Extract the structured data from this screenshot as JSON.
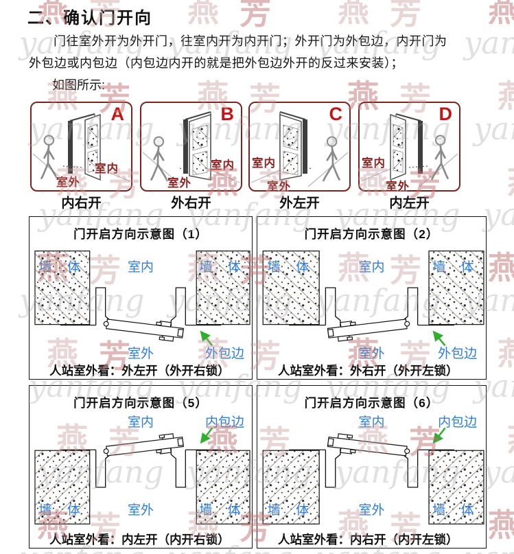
{
  "page": {
    "section_title": "二、确认门开向",
    "paragraph": "门往室外开为外开门，往室内开为内开门；外开门为外包边，内开门为外包边或内包边（内包边内开的就是把外包边外开的反过来安装）；",
    "figure_intro": "如图所示:"
  },
  "colors": {
    "label_blue": "#2b7de0",
    "edge_green": "#2fae2f",
    "letter_red": "#c41414",
    "maroon": "#7c2321",
    "label_maroon": "#8b2420"
  },
  "perspective_diagrams": [
    {
      "letter": "A",
      "indoor_label": "室内",
      "outdoor_label": "室外",
      "caption": "内右开"
    },
    {
      "letter": "B",
      "indoor_label": "室内",
      "outdoor_label": "室外",
      "caption": "外右开"
    },
    {
      "letter": "C",
      "indoor_label": "室内",
      "outdoor_label": "室外",
      "caption": "外左开"
    },
    {
      "letter": "D",
      "indoor_label": "室内",
      "outdoor_label": "室外",
      "caption": "内左开"
    }
  ],
  "schematic_diagrams": [
    {
      "title": "门开启方向示意图（1）",
      "wall_label": "墙 体",
      "indoor_label": "室内",
      "outdoor_label": "室外",
      "edge_label": "外包边",
      "caption": "人站室外看：外左开（外开右锁）"
    },
    {
      "title": "门开启方向示意图（2）",
      "wall_label": "墙 体",
      "indoor_label": "室内",
      "outdoor_label": "室外",
      "edge_label": "外包边",
      "caption": "人站室外看：外右开（外开左锁）"
    },
    {
      "title": "门开启方向示意图（5）",
      "wall_label": "墙 体",
      "indoor_label": "室内",
      "outdoor_label": "室外",
      "edge_label": "内包边",
      "caption": "人站室外看：内左开（内开右锁）"
    },
    {
      "title": "门开启方向示意图（6）",
      "wall_label": "墙 体",
      "indoor_label": "室内",
      "outdoor_label": "室外",
      "edge_label": "内包边",
      "caption": "人站室外看：内右开（内开左锁）"
    }
  ],
  "watermark": {
    "char1": "燕",
    "char2": "芳",
    "script": "yanfang"
  }
}
